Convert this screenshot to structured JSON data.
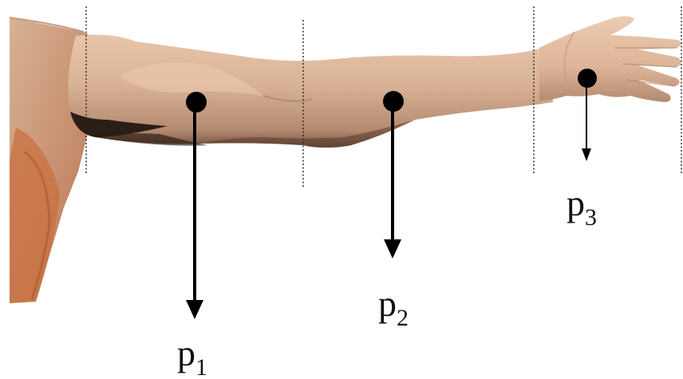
{
  "diagram": {
    "colors": {
      "skin_light": "#e2bea0",
      "skin_mid": "#cba185",
      "skin_dark": "#8f6a55",
      "shadow": "#1c120d",
      "shoulder_orange": "#d0703a",
      "divider": "#222222",
      "arrow": "#000000"
    },
    "forces": [
      {
        "symbol": "p",
        "subscript": "1"
      },
      {
        "symbol": "p",
        "subscript": "2"
      },
      {
        "symbol": "p",
        "subscript": "3"
      }
    ]
  }
}
